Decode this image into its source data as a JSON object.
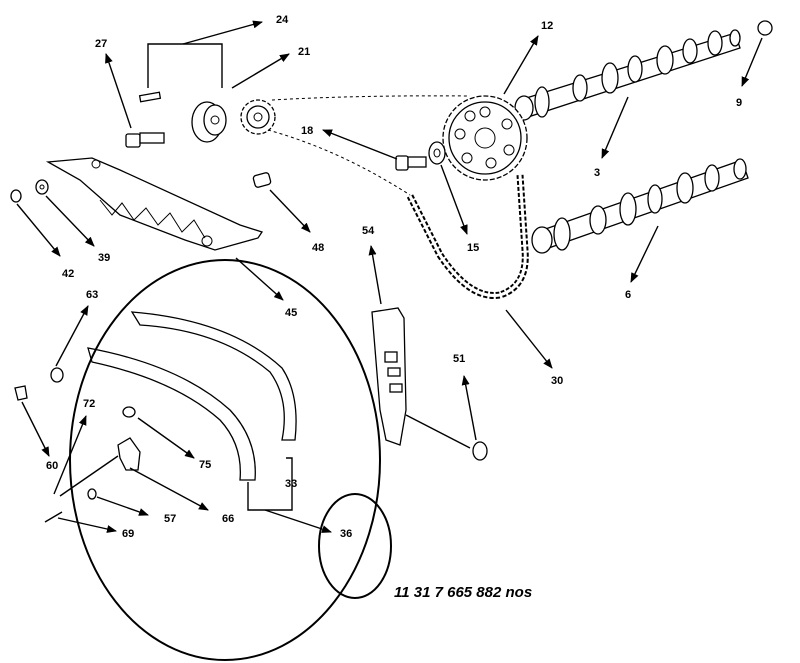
{
  "callouts": {
    "c24": "24",
    "c27": "27",
    "c21": "21",
    "c12": "12",
    "c9": "9",
    "c18": "18",
    "c3": "3",
    "c15": "15",
    "c48": "48",
    "c54": "54",
    "c6": "6",
    "c42": "42",
    "c39": "39",
    "c63": "63",
    "c45": "45",
    "c30": "30",
    "c51": "51",
    "c72": "72",
    "c60": "60",
    "c75": "75",
    "c33": "33",
    "c57": "57",
    "c66": "66",
    "c69": "69",
    "c36": "36"
  },
  "part_number": "11 31 7 665 882 nos",
  "annotation_color": "#000000"
}
